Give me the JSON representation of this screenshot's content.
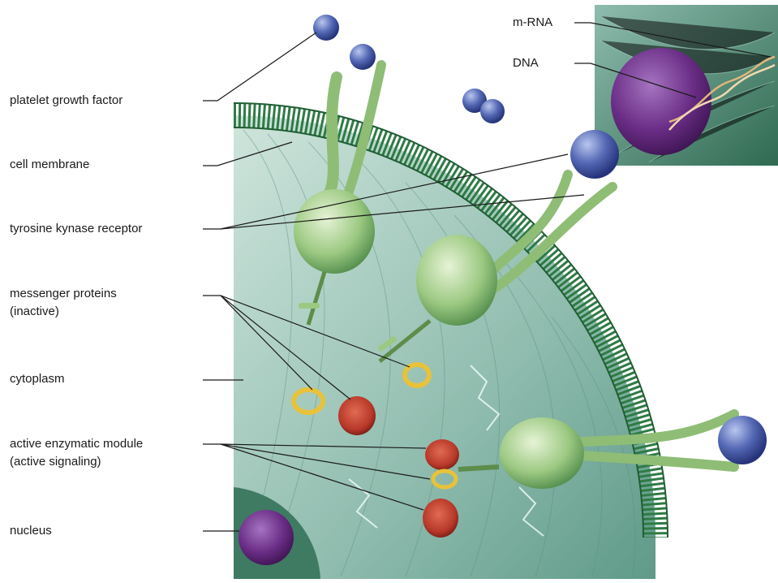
{
  "labels": {
    "platelet_growth_factor": "platelet growth factor",
    "cell_membrane": "cell membrane",
    "tyrosine_receptor": "tyrosine kynase receptor",
    "messenger_proteins": "messenger proteins",
    "messenger_proteins_sub": "(inactive)",
    "cytoplasm": "cytoplasm",
    "active_module": "active enzymatic module",
    "active_module_sub": "(active signaling)",
    "nucleus": "nucleus",
    "mrna": "m-RNA",
    "dna": "DNA"
  },
  "colors": {
    "cytoplasm": "#a9cfc2",
    "membrane": "#2f7a45",
    "receptor": "#9cc982",
    "growth_factor": "#5a6dbb",
    "nucleus": "#6a2d86",
    "messenger_ring": "#e8c23a",
    "enzyme": "#b8382a",
    "inset_bg": "#2f6a52"
  }
}
